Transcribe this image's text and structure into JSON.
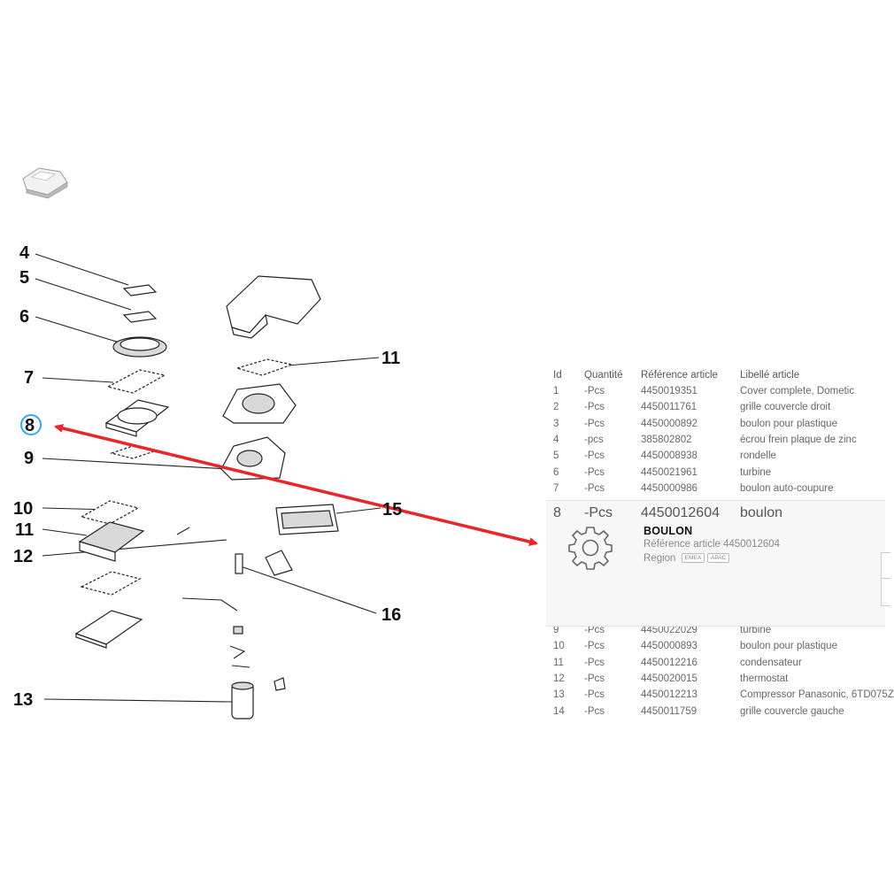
{
  "callouts": [
    {
      "n": "4"
    },
    {
      "n": "5"
    },
    {
      "n": "6"
    },
    {
      "n": "7"
    },
    {
      "n": "8"
    },
    {
      "n": "9"
    },
    {
      "n": "10"
    },
    {
      "n": "11"
    },
    {
      "n": "12"
    },
    {
      "n": "13"
    },
    {
      "n": "11"
    },
    {
      "n": "15"
    },
    {
      "n": "16"
    }
  ],
  "colors": {
    "arrow": "#e8262b",
    "selected_ring": "#33aadd"
  },
  "table": {
    "headers": {
      "id": "Id",
      "qty": "Quantité",
      "ref": "Référence article",
      "label": "Libellé article"
    },
    "rows_top": [
      {
        "id": "1",
        "qty": "-Pcs",
        "ref": "4450019351",
        "label": "Cover complete, Dometic"
      },
      {
        "id": "2",
        "qty": "-Pcs",
        "ref": "4450011761",
        "label": "grille couvercle droit"
      },
      {
        "id": "3",
        "qty": "-Pcs",
        "ref": "4450000892",
        "label": "boulon pour plastique"
      },
      {
        "id": "4",
        "qty": "-pcs",
        "ref": "385802802",
        "label": "écrou frein plaque de zinc"
      },
      {
        "id": "5",
        "qty": "-Pcs",
        "ref": "4450008938",
        "label": "rondelle"
      },
      {
        "id": "6",
        "qty": "-Pcs",
        "ref": "4450021961",
        "label": "turbine"
      },
      {
        "id": "7",
        "qty": "-Pcs",
        "ref": "4450000986",
        "label": "boulon auto-coupure"
      }
    ],
    "selected": {
      "id": "8",
      "qty": "-Pcs",
      "ref": "4450012604",
      "label": "boulon"
    },
    "rows_bottom": [
      {
        "id": "9",
        "qty": "-Pcs",
        "ref": "4450022029",
        "label": "turbine"
      },
      {
        "id": "10",
        "qty": "-Pcs",
        "ref": "4450000893",
        "label": "boulon pour plastique"
      },
      {
        "id": "11",
        "qty": "-Pcs",
        "ref": "4450012216",
        "label": "condensateur"
      },
      {
        "id": "12",
        "qty": "-Pcs",
        "ref": "4450020015",
        "label": "thermostat"
      },
      {
        "id": "13",
        "qty": "-Pcs",
        "ref": "4450012213",
        "label": "Compressor Panasonic, 6TD075Z"
      },
      {
        "id": "14",
        "qty": "-Pcs",
        "ref": "4450011759",
        "label": "grille couvercle gauche"
      }
    ]
  },
  "detail": {
    "title": "BOULON",
    "ref_text": "Référence article 4450012604",
    "region_label": "Region",
    "regions": [
      "EMEA",
      "APAC"
    ],
    "icon": "gear-icon"
  }
}
